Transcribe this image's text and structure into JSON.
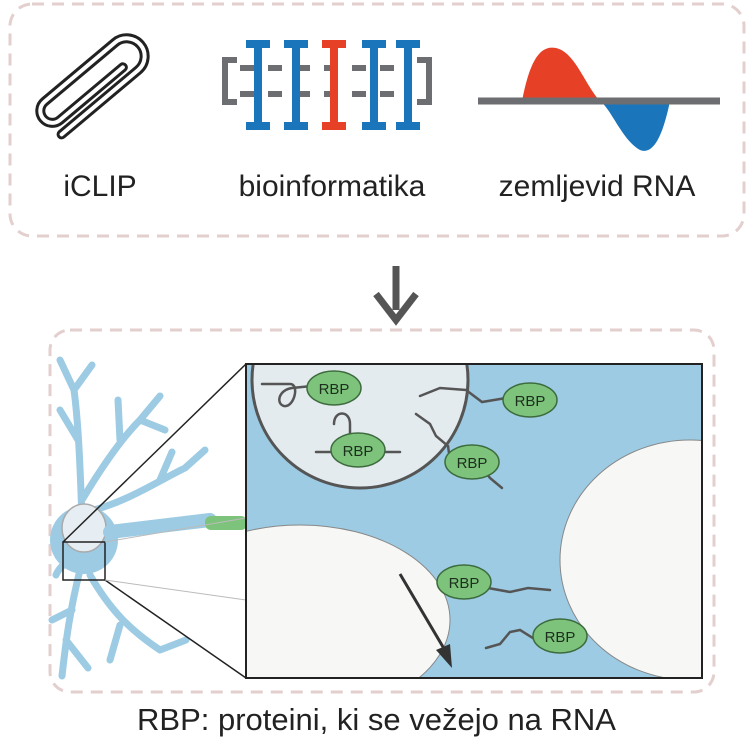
{
  "panel_top": {
    "items": [
      {
        "label": "iCLIP",
        "icon": "paperclip-icon"
      },
      {
        "label": "bioinformatika",
        "icon": "bioinformatics-icon"
      },
      {
        "label": "zemljevid RNA",
        "icon": "rna-map-icon"
      }
    ]
  },
  "panel_bottom": {
    "rbp_label": "RBP"
  },
  "caption": "RBP: proteini, ki se vežejo na RNA",
  "colors": {
    "blue": "#1a75bb",
    "light_blue": "#9ccbe3",
    "red": "#e64027",
    "gray": "#6d6e71",
    "rbp_green": "#7dc37c",
    "dash": "#e4cfcf"
  }
}
